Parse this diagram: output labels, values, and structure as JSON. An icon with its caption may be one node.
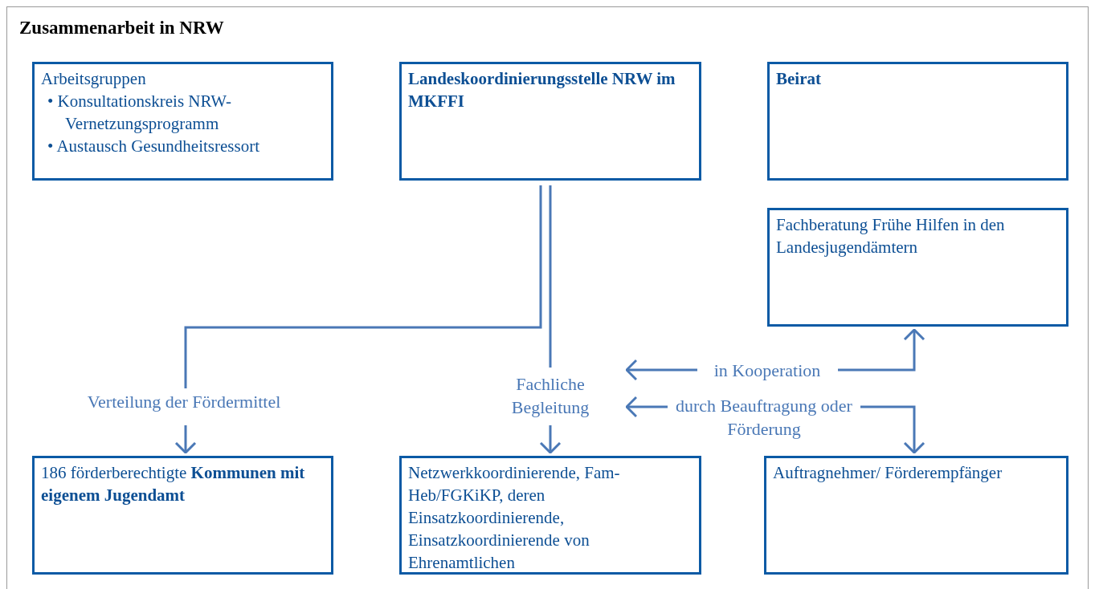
{
  "diagram": {
    "title": "Zusammenarbeit in NRW",
    "nodes": [
      {
        "text": [
          "Arbeitsgruppen",
          "• Konsultationskreis NRW-Vernetzungsprogramm",
          "• Austausch Gesundheitsressort"
        ]
      },
      {
        "text": [
          "Landeskoordinierungsstelle NRW im MKFFI"
        ]
      },
      {
        "text": [
          "Beirat"
        ]
      },
      {
        "text": [
          "Fachberatung Frühe Hilfen in den Landesjugendämtern"
        ]
      },
      {
        "text": [
          "186 förderberechtigte **Kommunen mit eigenem Jugendamt**"
        ]
      },
      {
        "text": [
          "Netzwerkkoordinierende, Fam-Heb/FGKiKP, deren Einsatzkoordinierende, Einsatzkoordinierende von Ehrenamtlichen"
        ]
      },
      {
        "text": [
          "Auftragnehmer/ Förderempfänger"
        ]
      }
    ],
    "edges": [
      {
        "from": 1,
        "to": 4,
        "arrow": "to",
        "label": "Verteilung der Fördermittel"
      },
      {
        "from": 1,
        "to": 5,
        "arrow": "to",
        "label": "Fachliche Begleitung"
      },
      {
        "from": null,
        "to": 3,
        "arrow": "both",
        "label": "in Kooperation"
      },
      {
        "from": null,
        "to": 6,
        "arrow": "both",
        "label": "durch Beauftragung oder Förderung"
      }
    ]
  }
}
